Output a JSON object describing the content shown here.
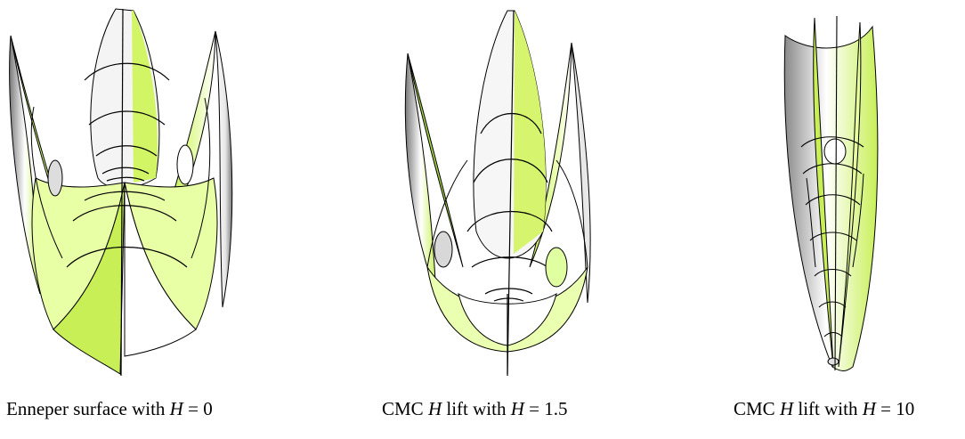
{
  "colors": {
    "green": "#c8f056",
    "green_dark": "#9ed43a",
    "shade": "#8a8a8a",
    "white": "#ffffff",
    "line": "#000000"
  },
  "figures": [
    {
      "surface": "Enneper surface",
      "caption": {
        "prefix": "Enneper surface with",
        "var": "H",
        "eq": "=",
        "value": "0"
      }
    },
    {
      "surface": "CMC H lift",
      "caption": {
        "prefix": "CMC",
        "var_mid": "H",
        "mid": "lift with",
        "var": "H",
        "eq": "=",
        "value": "1.5"
      }
    },
    {
      "surface": "CMC H lift",
      "caption": {
        "prefix": "CMC",
        "var_mid": "H",
        "mid": "lift with",
        "var": "H",
        "eq": "=",
        "value": "10"
      }
    }
  ]
}
